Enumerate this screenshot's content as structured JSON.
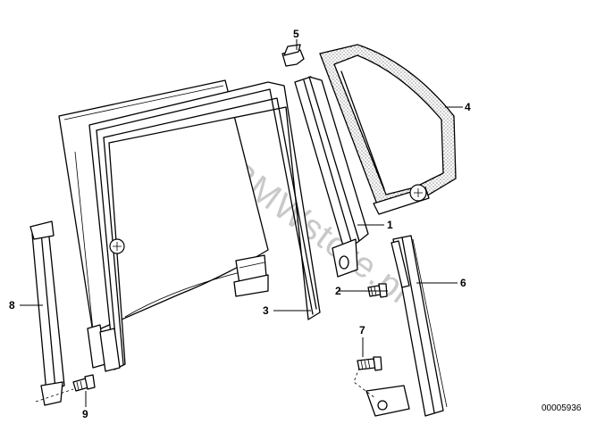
{
  "diagram": {
    "callouts": [
      {
        "id": "1",
        "label": "1"
      },
      {
        "id": "2",
        "label": "2"
      },
      {
        "id": "3",
        "label": "3"
      },
      {
        "id": "4",
        "label": "4"
      },
      {
        "id": "5",
        "label": "5"
      },
      {
        "id": "6",
        "label": "6"
      },
      {
        "id": "7",
        "label": "7"
      },
      {
        "id": "8",
        "label": "8"
      },
      {
        "id": "9",
        "label": "9"
      }
    ],
    "watermark": "www.BMWstore.pl",
    "reference_number": "00005936"
  }
}
